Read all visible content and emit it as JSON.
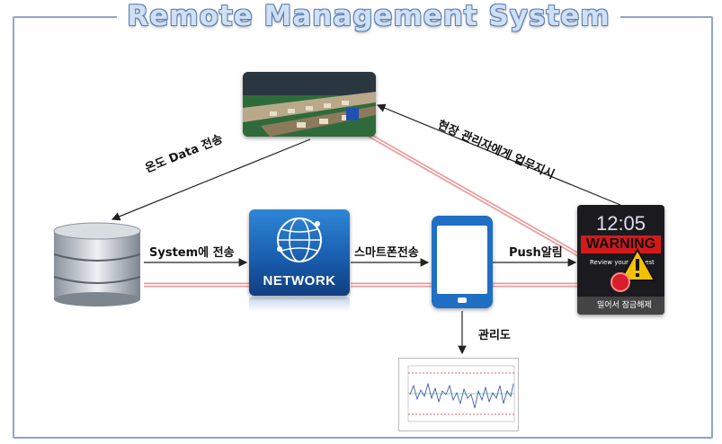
{
  "title": "Remote Management System",
  "labels": {
    "temp_data": "온도 Data 전송",
    "manager_instruction": "현장 관리자에게 업무지시",
    "system_send": "System에 전송",
    "smartphone_send": "스마트폰전송",
    "push_alert": "Push알림",
    "control_chart": "관리도"
  },
  "network": {
    "label": "NETWORK"
  },
  "phone_alert": {
    "time": "12:05",
    "warning": "WARNING",
    "sub": "Review your request",
    "unlock": "밀어서 잠금해제"
  },
  "colors": {
    "accent": "#1f6fc4",
    "frame": "#8fa6c8",
    "red_line": "#e07a7a"
  },
  "icons": [
    "database-icon",
    "globe-icon",
    "smartphone-icon",
    "warning-icon"
  ]
}
